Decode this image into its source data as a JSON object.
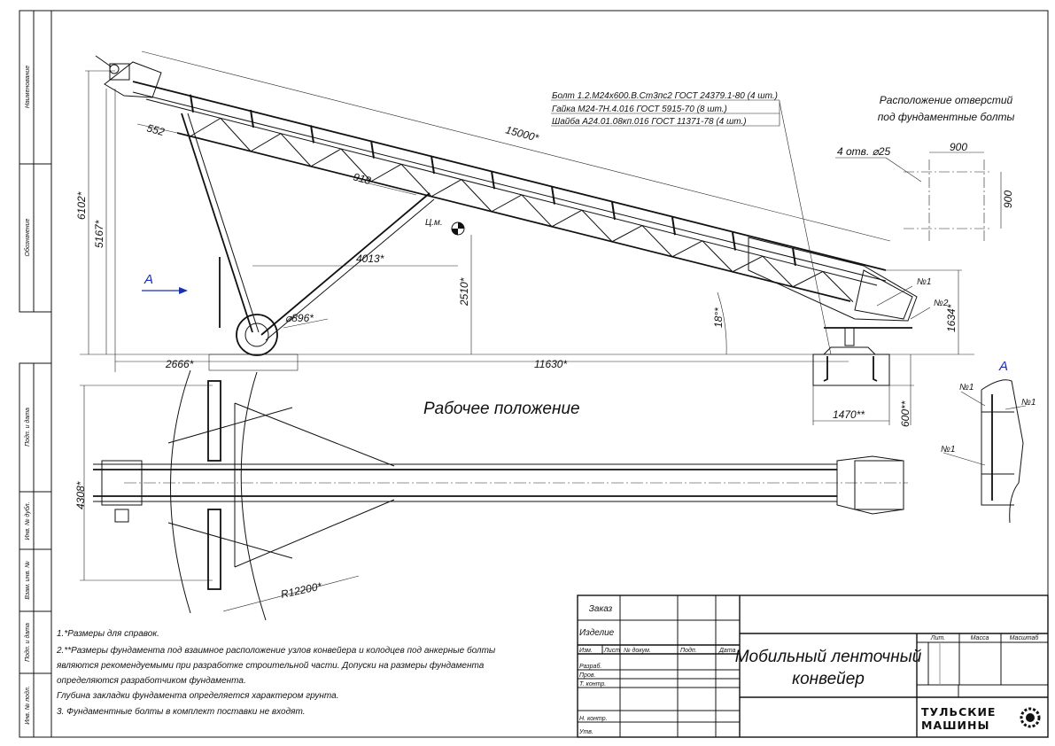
{
  "margin_labels": [
    "Наименование",
    "Обозначение",
    "Подп. и дата",
    "Инв. № дубл.",
    "Взам. инв. №",
    "Подп. и дата",
    "Инв. № подл."
  ],
  "dimensions": {
    "d552": "552",
    "d15000": "15000*",
    "d918": "918",
    "d4013": "4013*",
    "cm": "Ц.м.",
    "d2510": "2510*",
    "d6102": "6102*",
    "d5167": "5167*",
    "d896": "⌀896*",
    "d18": "18°*",
    "d1634": "1634*",
    "d2666": "2666*",
    "d11630": "11630*",
    "d1470": "1470**",
    "d600": "600**",
    "d4308": "4308*",
    "r12200": "R12200*"
  },
  "view_a_label": "A",
  "view_a_arrow_label": "A",
  "markers": {
    "n1": "№1",
    "n2": "№2"
  },
  "working_position": "Рабочее положение",
  "fasteners": [
    "Болт 1.2.М24х600.В.Ст3пс2 ГОСТ 24379.1-80 (4 шт.)",
    "Гайка М24-7Н.4.016 ГОСТ 5915-70 (8 шт.)",
    "Шайба А24.01.08кп.016 ГОСТ 11371-78 (4 шт.)"
  ],
  "holes": {
    "title_line1": "Расположение отверстий",
    "title_line2": "под фундаментные болты",
    "callout": "4 отв. ⌀25",
    "w": "900",
    "h": "900"
  },
  "notes": [
    "1.*Размеры для справок.",
    "2.**Размеры фундамента под взаимное расположение узлов конвейера и колодцев под анкерные болты",
    "являются рекомендуемыми при разработке строительной части. Допуски на размеры фундамента",
    "определяются разработчиком фундамента.",
    "Глубина закладки фундамента определяется характером грунта.",
    "3. Фундаментные болты в комплект поставки не входят."
  ],
  "title_block": {
    "order": "Заказ",
    "product": "Изделие",
    "headers": [
      "Изм.",
      "Лист",
      "№ докум.",
      "Подп.",
      "Дата"
    ],
    "roles": [
      "Разраб.",
      "Пров.",
      "Т. контр.",
      "",
      "Н. контр.",
      "Утв."
    ],
    "title_line1": "Мобильный ленточный",
    "title_line2": "конвейер",
    "lit": "Лит.",
    "mass": "Масса",
    "scale": "Масштаб",
    "company_line1": "ТУЛЬСКИЕ",
    "company_line2": "МАШИНЫ"
  }
}
